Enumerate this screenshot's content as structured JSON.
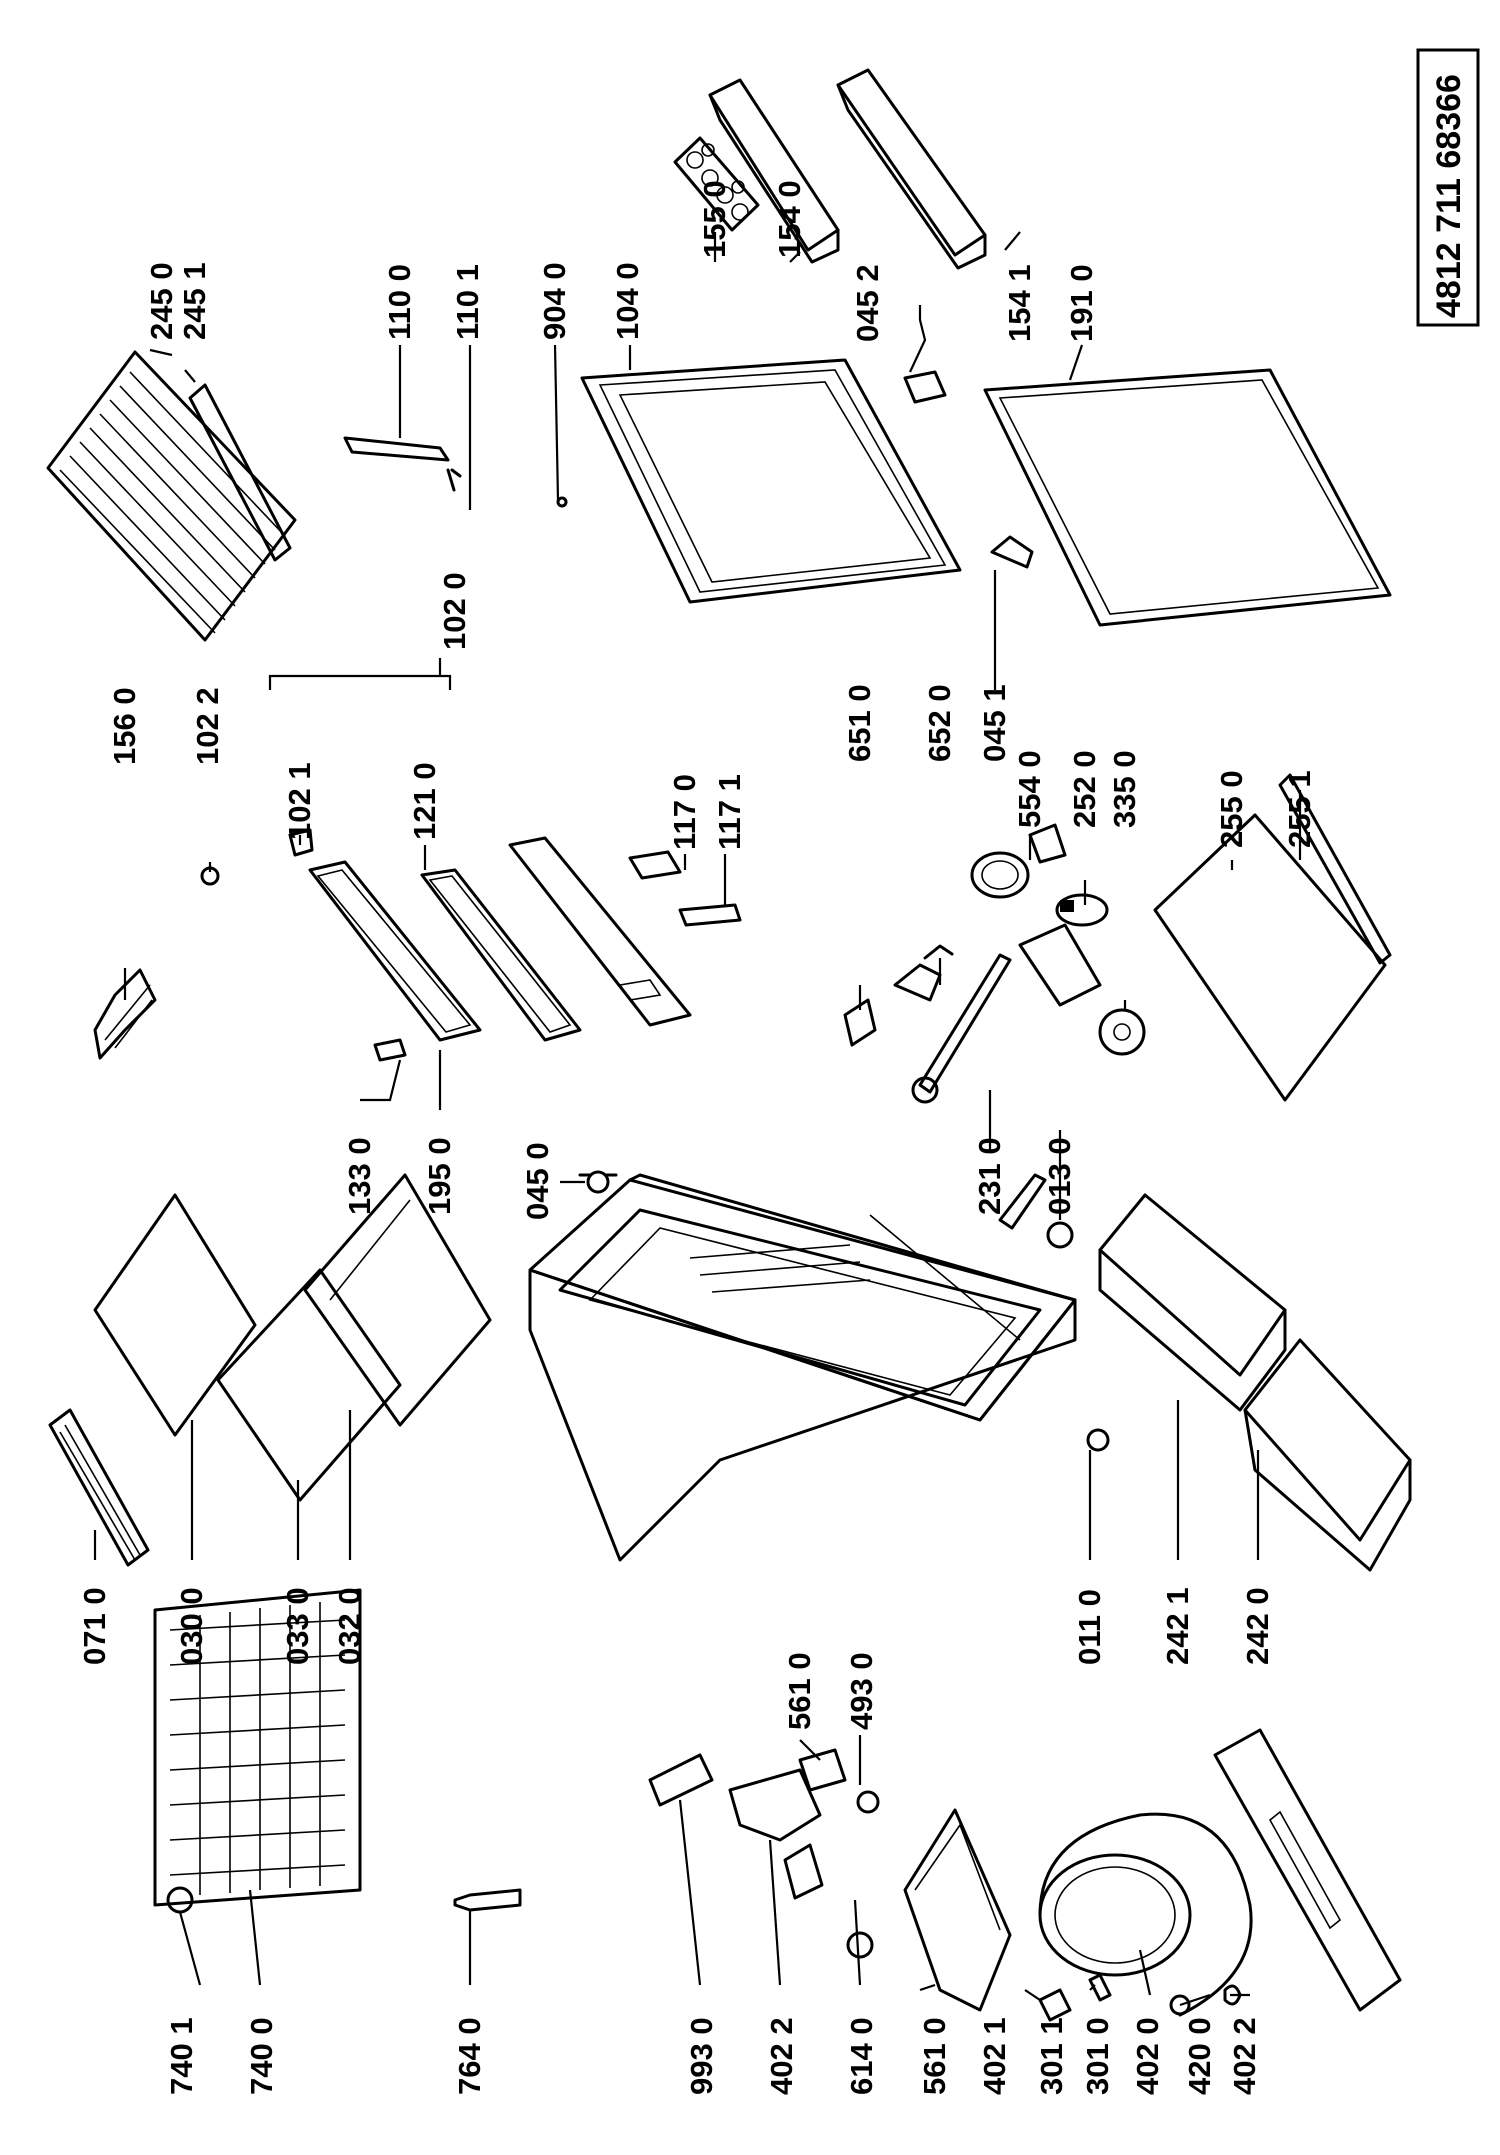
{
  "document_number": "4812 711 68366",
  "part_labels": [
    "245 0",
    "245 1",
    "110 0",
    "110 1",
    "904 0",
    "104 0",
    "155 0",
    "154 0",
    "045 2",
    "154 1",
    "191 0",
    "156 0",
    "102 2",
    "102 1",
    "121 0",
    "102 0",
    "117 0",
    "117 1",
    "651 0",
    "652 0",
    "045 1",
    "554 0",
    "252 0",
    "335 0",
    "255 0",
    "255 1",
    "133 0",
    "195 0",
    "231 0",
    "013 0",
    "045 0",
    "071 0",
    "030 0",
    "033 0",
    "032 0",
    "011 0",
    "242 1",
    "242 0",
    "740 1",
    "740 0",
    "764 0",
    "993 0",
    "402 2",
    "614 0",
    "561 0",
    "493 0",
    "402 1",
    "301 1",
    "301 0",
    "402 0",
    "420 0"
  ]
}
